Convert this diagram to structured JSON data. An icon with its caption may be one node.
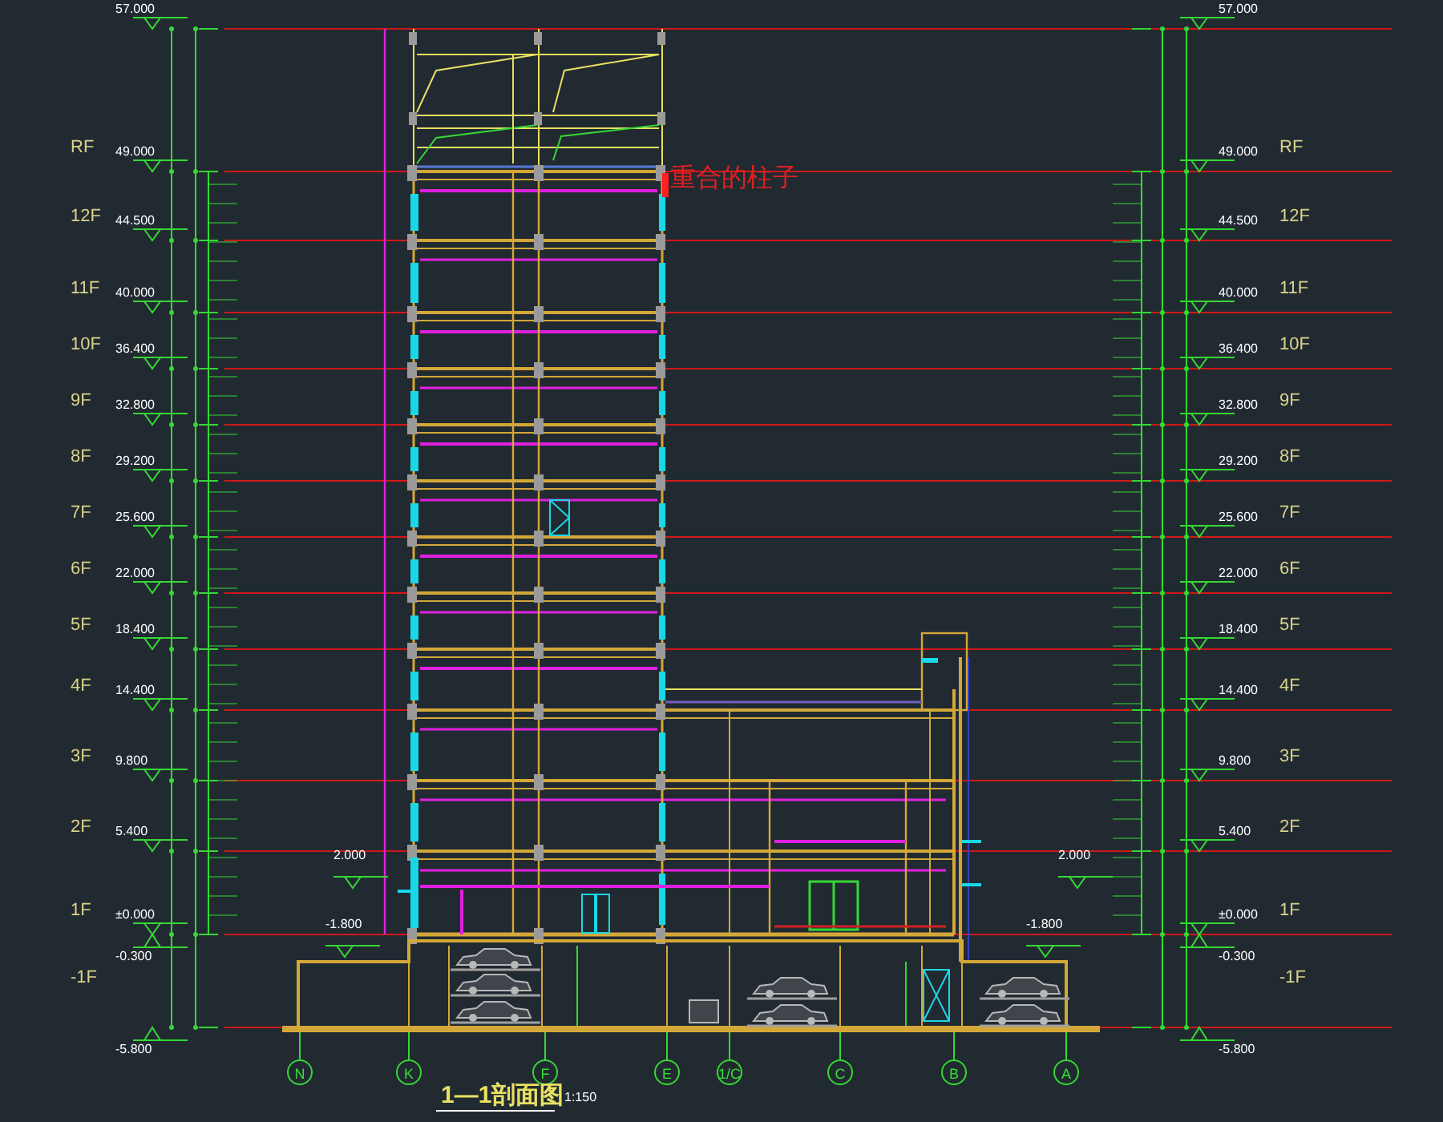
{
  "diagram": {
    "title": "1—1剖面图",
    "labels": [
      "57.000",
      "RF",
      "49.000",
      "12F",
      "44.500",
      "11F",
      "40.000",
      "10F",
      "36.400",
      "9F",
      "32.800",
      "8F",
      "29.200",
      "7F",
      "25.600",
      "6F",
      "22.000",
      "5F",
      "18.400",
      "4F",
      "14.400",
      "3F",
      "9.800",
      "2F",
      "5.400",
      "1F",
      "±0.000",
      "-0.300",
      "-1F",
      "-5.800",
      "重合的柱子",
      "2.000",
      "-1.800",
      "2.000",
      "-1.800",
      "57.000",
      "49.000",
      "RF",
      "44.500",
      "12F",
      "40.000",
      "11F",
      "36.400",
      "10F",
      "32.800",
      "9F",
      "29.200",
      "8F",
      "25.600",
      "7F",
      "22.000",
      "6F",
      "18.400",
      "5F",
      "14.400",
      "4F",
      "9.800",
      "3F",
      "5.400",
      "2F",
      "±0.000",
      "1F",
      "-0.300",
      "-1F",
      "-5.800",
      "N",
      "K",
      "F",
      "E",
      "1/C",
      "C",
      "B",
      "A",
      "1:150"
    ]
  }
}
